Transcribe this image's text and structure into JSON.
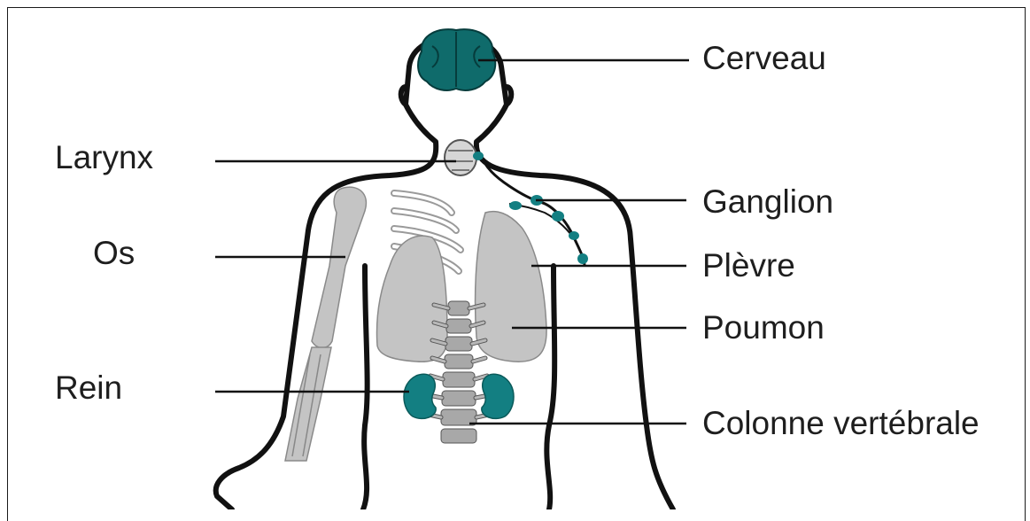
{
  "labels": {
    "cerveau": "Cerveau",
    "larynx": "Larynx",
    "ganglion": "Ganglion",
    "os": "Os",
    "plevre": "Plèvre",
    "poumon": "Poumon",
    "rein": "Rein",
    "colonne": "Colonne vertébrale"
  },
  "colors": {
    "teal": "#0f6b6b",
    "gray": "#c4c4c4",
    "outline": "#111111"
  }
}
